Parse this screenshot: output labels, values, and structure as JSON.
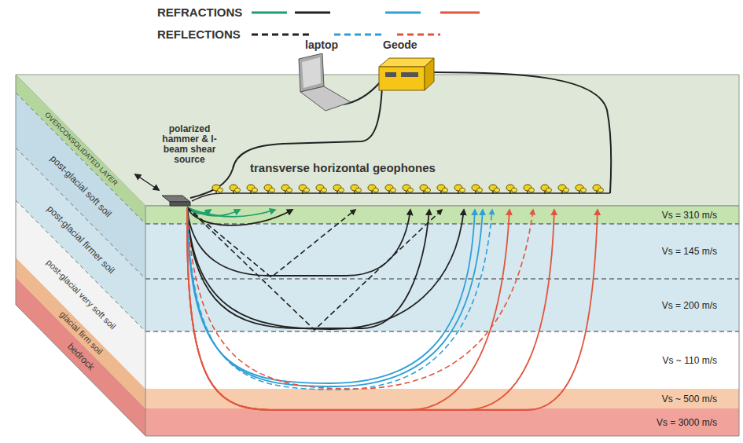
{
  "diagram": {
    "nodes": [
      {
        "text": [
          "OVERCONSOLIDATED LAYER",
          "Vs = 310 m/s"
        ]
      },
      {
        "text": [
          "post-glacial soft soil",
          "Vs = 145 m/s"
        ]
      },
      {
        "text": [
          "post-glacial firmer soil",
          "Vs = 200 m/s"
        ]
      },
      {
        "text": [
          "post-glacial very soft soil",
          "Vs ~ 110 m/s"
        ]
      },
      {
        "text": [
          "glacial firm soil",
          "Vs ~ 500 m/s"
        ]
      },
      {
        "text": [
          "bedrock",
          "Vs = 3000 m/s"
        ]
      }
    ],
    "labels": [
      "polarized hammer & I-beam shear source",
      "laptop",
      "Geode",
      "transverse horizontal geophones"
    ],
    "legend": [
      {
        "text": "REFRACTIONS"
      },
      {
        "text": "REFLECTIONS"
      }
    ]
  }
}
